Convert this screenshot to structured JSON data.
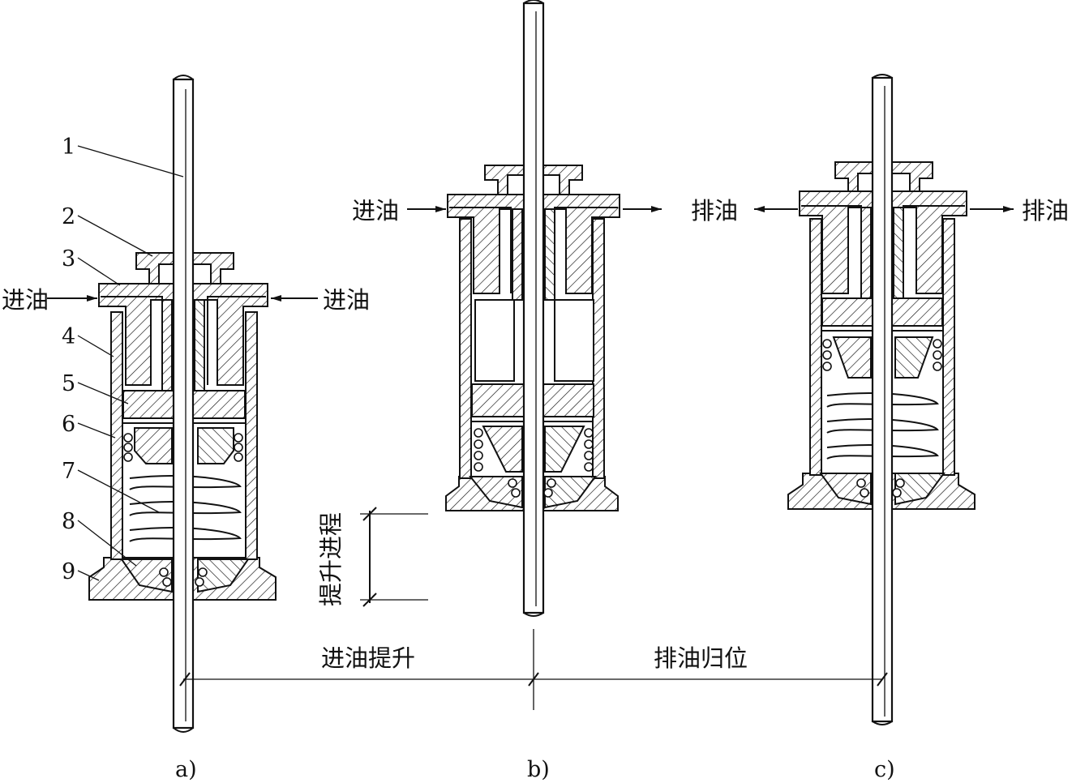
{
  "figure": {
    "part_numbers": [
      "1",
      "2",
      "3",
      "4",
      "5",
      "6",
      "7",
      "8",
      "9"
    ],
    "panel_a": {
      "caption": "a)",
      "inlet_left": "进油",
      "inlet_right": "进油"
    },
    "panel_b": {
      "caption": "b)",
      "inlet": "进油",
      "stroke_label": "提升进程"
    },
    "panel_c": {
      "caption": "c)",
      "outlet_left": "排油",
      "outlet_right": "排油"
    },
    "phase_labels": {
      "lift": "进油提升",
      "return": "排油归位"
    }
  }
}
